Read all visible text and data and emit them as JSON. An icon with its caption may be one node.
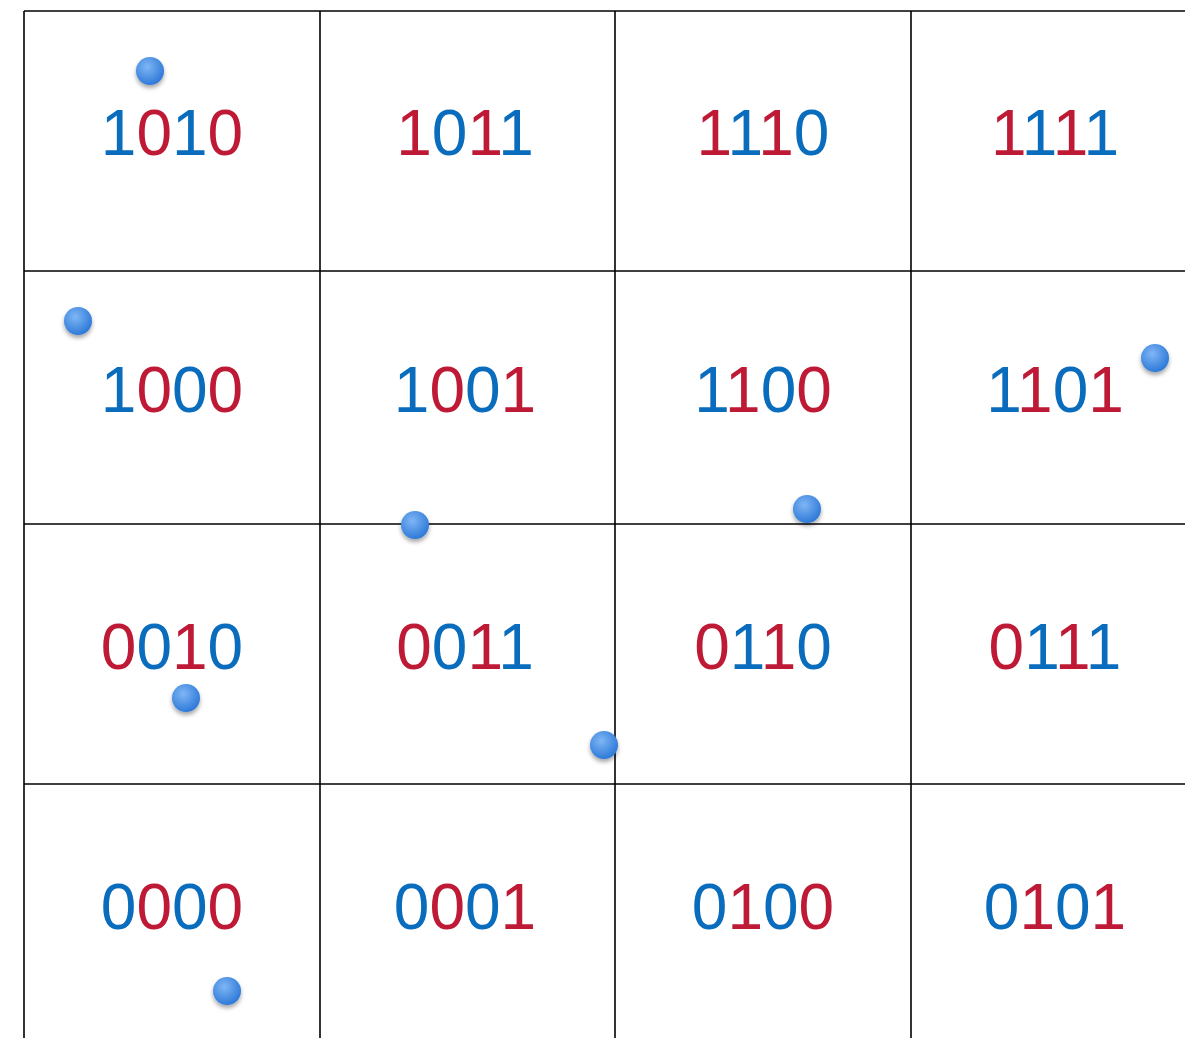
{
  "diagram": {
    "labels": [
      "1010",
      "1011",
      "1110",
      "1111",
      "1000",
      "1001",
      "1100",
      "1101",
      "0010",
      "0011",
      "0110",
      "0111",
      "0000",
      "0001",
      "0100",
      "0101"
    ]
  }
}
